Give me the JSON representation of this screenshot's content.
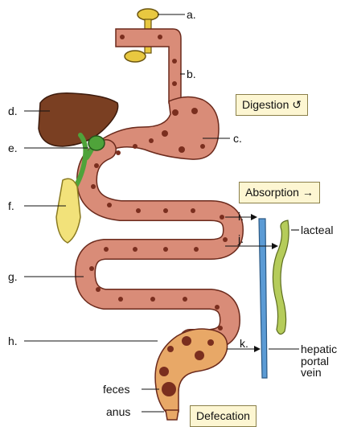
{
  "labels": {
    "a": "a.",
    "b": "b.",
    "c": "c.",
    "d": "d.",
    "e": "e.",
    "f": "f.",
    "g": "g.",
    "h": "h.",
    "i": "i.",
    "j": "j.",
    "k": "k.",
    "lacteal": "lacteal",
    "hepatic_portal_vein": "hepatic\nportal\nvein",
    "feces": "feces",
    "anus": "anus"
  },
  "boxes": {
    "digestion": "Digestion",
    "digestion_icon": "↺",
    "absorption": "Absorption",
    "absorption_icon": "→",
    "defecation": "Defecation"
  },
  "colors": {
    "gut_fill": "#d98c78",
    "gut_outline": "#6b2a1c",
    "food_particle": "#7a2e1e",
    "liver": "#7a3f22",
    "gallbladder": "#4fa33a",
    "pancreas": "#f2e27a",
    "salivary_gland": "#e8c840",
    "vein": "#5b9bd5",
    "lacteal": "#b5cc5a",
    "colon_fill": "#e8a867",
    "box_fill": "#fdf6d2"
  }
}
